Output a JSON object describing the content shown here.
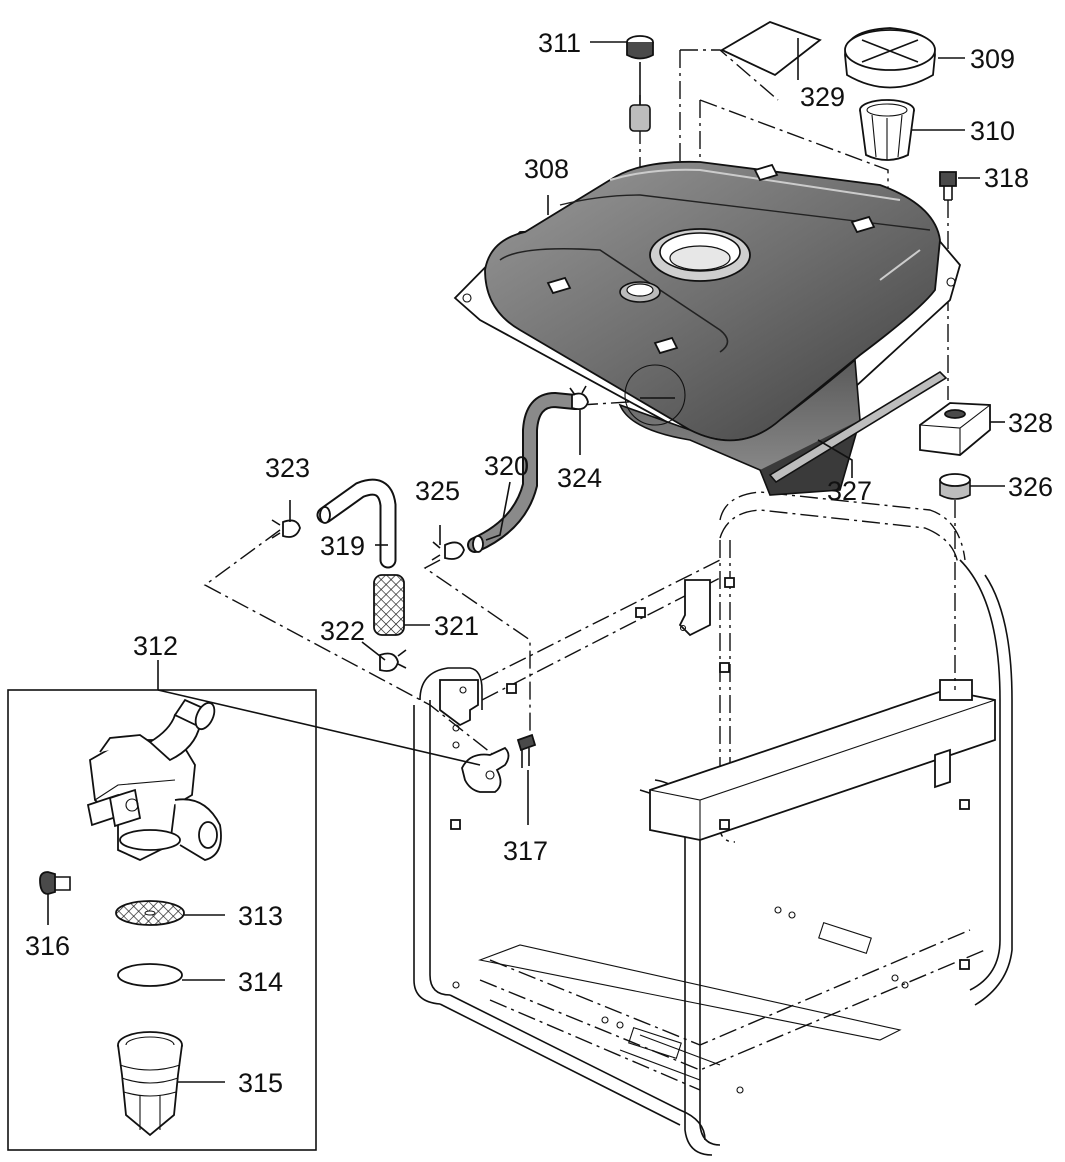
{
  "labels": {
    "p308": "308",
    "p309": "309",
    "p310": "310",
    "p311": "311",
    "p312": "312",
    "p313": "313",
    "p314": "314",
    "p315": "315",
    "p316": "316",
    "p317": "317",
    "p318": "318",
    "p319": "319",
    "p320": "320",
    "p321": "321",
    "p322": "322",
    "p323": "323",
    "p324": "324",
    "p325": "325",
    "p326": "326",
    "p327": "327",
    "p328": "328",
    "p329": "329"
  }
}
